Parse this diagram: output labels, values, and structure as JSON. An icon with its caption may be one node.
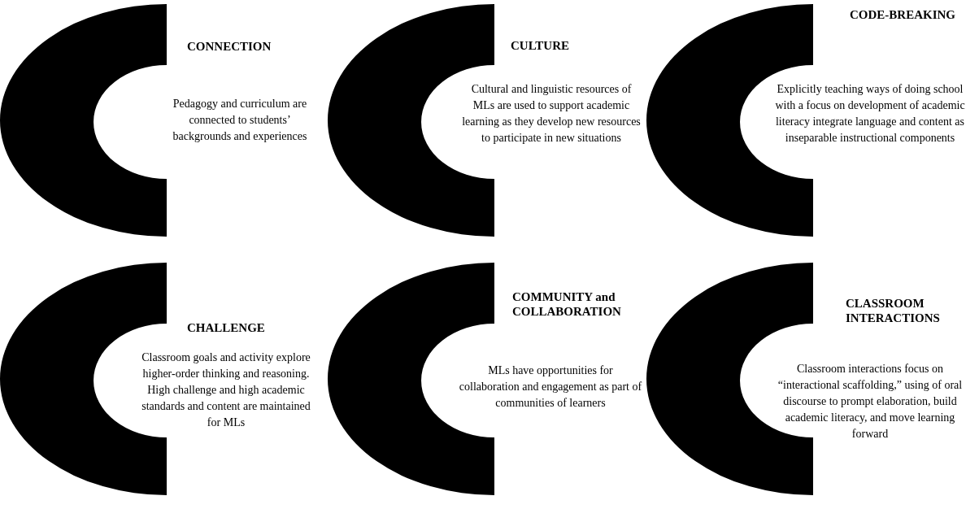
{
  "diagram": {
    "nodes": [
      {
        "text": [
          "CONNECTION",
          "Pedagogy and curriculum are connected to students’ backgrounds and experiences"
        ]
      },
      {
        "text": [
          "CULTURE",
          "Cultural and linguistic resources of MLs are used to support academic learning as they develop new resources to participate in new situations"
        ]
      },
      {
        "text": [
          "CODE-BREAKING",
          "Explicitly teaching ways of doing school with a focus on development of academic literacy integrate language and content as inseparable instructional components"
        ]
      },
      {
        "text": [
          "CHALLENGE",
          "Classroom goals and activity explore higher-order thinking and reasoning. High challenge and high academic standards and content are maintained for MLs"
        ]
      },
      {
        "text": [
          "COMMUNITY and COLLABORATION",
          "MLs have opportunities for collaboration and engagement as part of communities of learners"
        ]
      },
      {
        "text": [
          "CLASSROOM INTERACTIONS",
          "Classroom interactions focus on “interactional scaffolding,” using of oral discourse to prompt elaboration, build academic literacy, and move learning forward"
        ]
      }
    ]
  }
}
